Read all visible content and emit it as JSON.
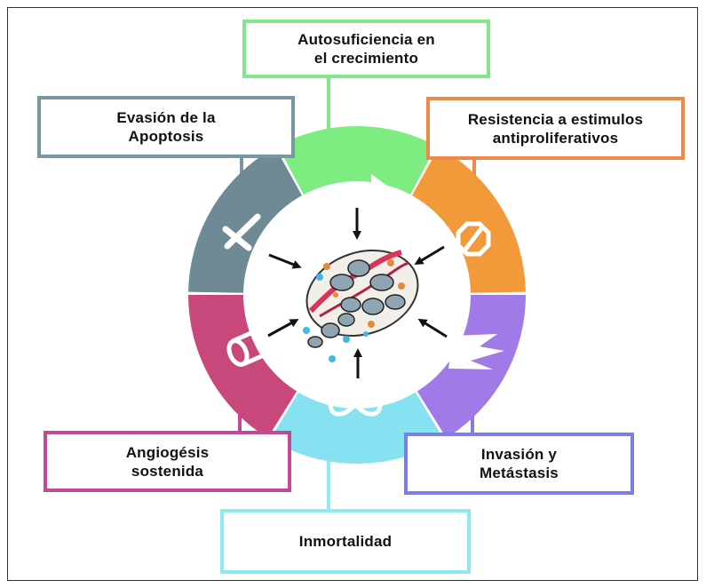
{
  "hallmarks": {
    "growth": "Autosuficiencia en\nel crecimiento",
    "apoptosis": "Evasión de la\nApoptosis",
    "antiproliferative": "Resistencia a estimulos\nantiproliferativos",
    "angiogenesis": "Angiogésis\nsostenida",
    "invasion": "Invasión y\nMetástasis",
    "immortality": "Inmortalidad"
  },
  "colors": {
    "growth": "#7ded82",
    "apoptosis": "#6e8a95",
    "antiproliferative": "#f29a3a",
    "angiogenesis": "#c9487c",
    "invasion": "#a07ae6",
    "immortality": "#86e2f0"
  },
  "icons": [
    "growth-arrow-icon",
    "cross-icon",
    "stop-sign-icon",
    "blood-vessel-icon",
    "infinity-icon",
    "zigzag-invasion-icon",
    "tumor-cells-icon"
  ]
}
